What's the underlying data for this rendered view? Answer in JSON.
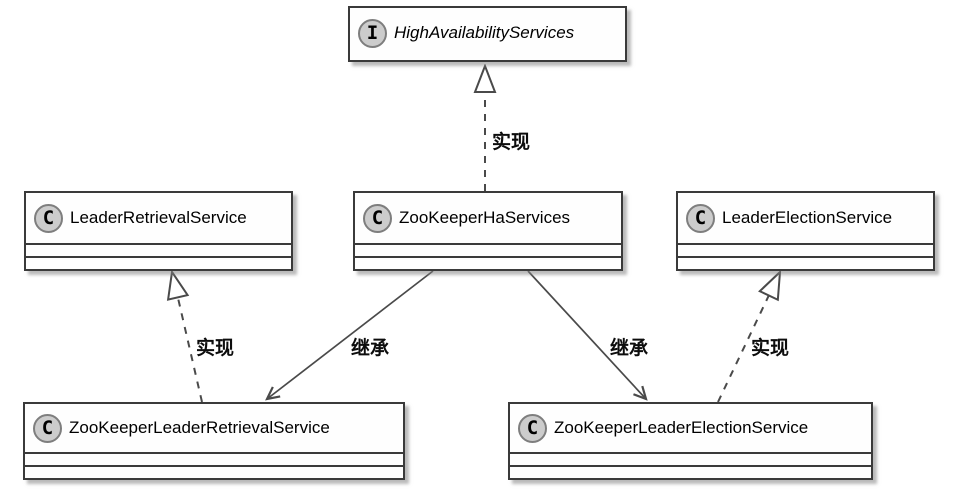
{
  "diagram": {
    "type": "uml-class-diagram",
    "nodes": [
      {
        "id": "HighAvailabilityServices",
        "kind": "interface",
        "stereotype": "I",
        "name": "HighAvailabilityServices"
      },
      {
        "id": "LeaderRetrievalService",
        "kind": "class",
        "stereotype": "C",
        "name": "LeaderRetrievalService"
      },
      {
        "id": "ZooKeeperHaServices",
        "kind": "class",
        "stereotype": "C",
        "name": "ZooKeeperHaServices"
      },
      {
        "id": "LeaderElectionService",
        "kind": "class",
        "stereotype": "C",
        "name": "LeaderElectionService"
      },
      {
        "id": "ZooKeeperLeaderRetrievalService",
        "kind": "class",
        "stereotype": "C",
        "name": "ZooKeeperLeaderRetrievalService"
      },
      {
        "id": "ZooKeeperLeaderElectionService",
        "kind": "class",
        "stereotype": "C",
        "name": "ZooKeeperLeaderElectionService"
      }
    ],
    "edges": [
      {
        "from": "ZooKeeperHaServices",
        "to": "HighAvailabilityServices",
        "label": "实现",
        "style": "dashed-hollow-triangle"
      },
      {
        "from": "ZooKeeperHaServices",
        "to": "ZooKeeperLeaderRetrievalService",
        "label": "继承",
        "style": "solid-open-arrow"
      },
      {
        "from": "ZooKeeperLeaderRetrievalService",
        "to": "LeaderRetrievalService",
        "label": "实现",
        "style": "dashed-hollow-triangle"
      },
      {
        "from": "ZooKeeperHaServices",
        "to": "ZooKeeperLeaderElectionService",
        "label": "继承",
        "style": "solid-open-arrow"
      },
      {
        "from": "ZooKeeperLeaderElectionService",
        "to": "LeaderElectionService",
        "label": "实现",
        "style": "dashed-hollow-triangle"
      }
    ],
    "colors": {
      "background": "#ffffff",
      "box_fill": "#fefefe",
      "box_border": "#3a3a3a",
      "circle_fill": "#cccccc",
      "circle_border": "#7e7e7e",
      "line": "#4a4a4a",
      "text": "#000000"
    }
  }
}
